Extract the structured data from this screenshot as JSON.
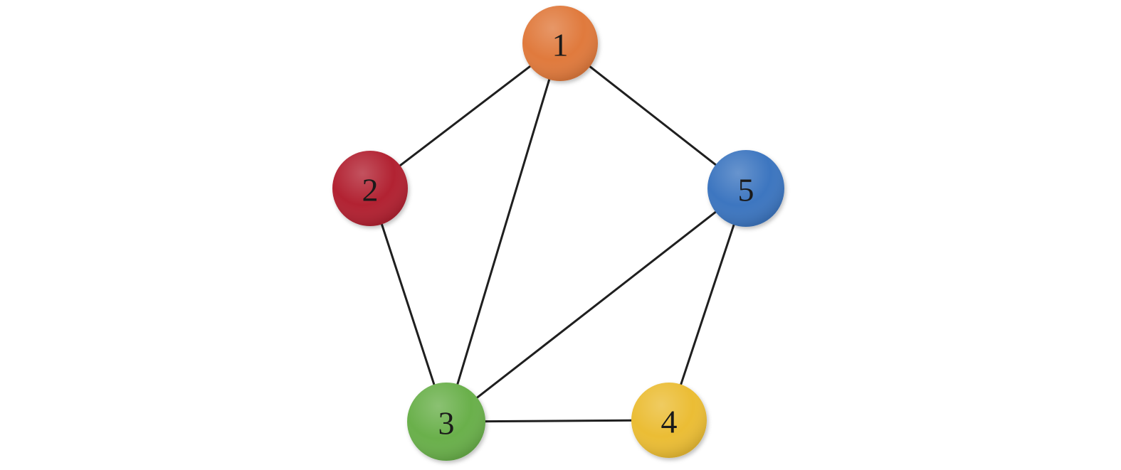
{
  "graph": {
    "nodes": [
      {
        "id": "1",
        "label": "1",
        "color": "#e07a3e"
      },
      {
        "id": "2",
        "label": "2",
        "color": "#b22231"
      },
      {
        "id": "3",
        "label": "3",
        "color": "#6ab04c"
      },
      {
        "id": "4",
        "label": "4",
        "color": "#ebbd34"
      },
      {
        "id": "5",
        "label": "5",
        "color": "#3d76c0"
      }
    ],
    "edges": [
      {
        "from": "1",
        "to": "2"
      },
      {
        "from": "1",
        "to": "3"
      },
      {
        "from": "1",
        "to": "5"
      },
      {
        "from": "2",
        "to": "3"
      },
      {
        "from": "3",
        "to": "5"
      },
      {
        "from": "3",
        "to": "4"
      },
      {
        "from": "4",
        "to": "5"
      }
    ]
  }
}
